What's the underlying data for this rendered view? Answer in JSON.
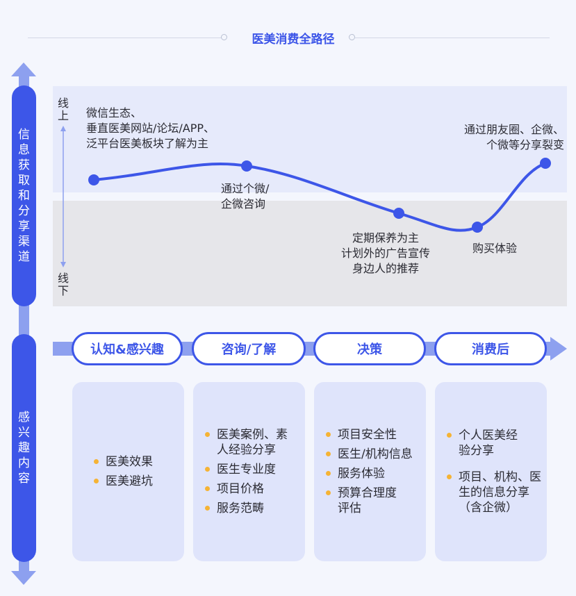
{
  "title": "医美消费全路径",
  "axes": {
    "vertical_top": "信息获取和分享渠道",
    "vertical_bottom": "感兴趣内容",
    "online": "线上",
    "offline": "线下"
  },
  "stages": [
    "认知&感兴趣",
    "咨询/了解",
    "决策",
    "消费后"
  ],
  "curve_labels": {
    "p1": [
      "微信生态、",
      "垂直医美网站/论坛/APP、",
      "泛平台医美板块了解为主"
    ],
    "p2": [
      "通过个微/",
      "企微咨询"
    ],
    "p3": [
      "定期保养为主",
      "计划外的广告宣传",
      "身边人的推荐"
    ],
    "p4": [
      "购买体验"
    ],
    "p5": [
      "通过朋友圈、企微、",
      "个微等分享裂变"
    ]
  },
  "interests": [
    [
      "医美效果",
      "医美避坑"
    ],
    [
      "医美案例、素人经验分享",
      "医生专业度",
      "项目价格",
      "服务范畴"
    ],
    [
      "项目安全性",
      "医生/机构信息",
      "服务体验",
      "预算合理度评估"
    ],
    [
      "个人医美经验分享",
      "项目、机构、医生的信息分享（含企微）"
    ]
  ],
  "colors": {
    "accent": "#3d56e8",
    "online_band": "#e6eafb",
    "offline_band": "#e6e6ea",
    "bullet": "#f5b335"
  }
}
